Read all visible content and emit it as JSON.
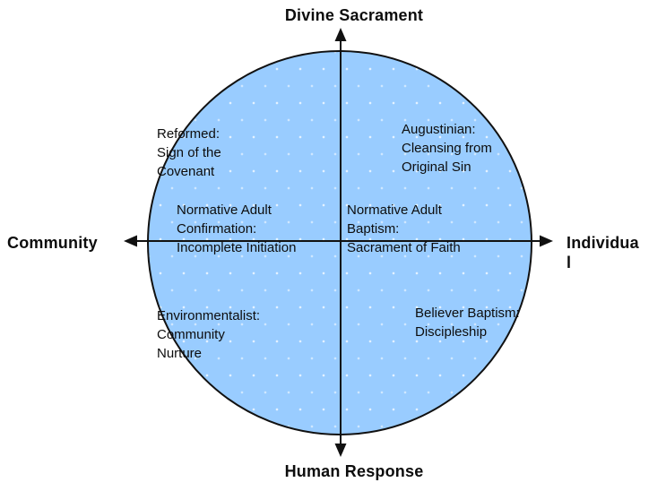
{
  "diagram": {
    "kind": "quadrant-circle-diagram",
    "axes": {
      "vertical": {
        "top_label": "Divine Sacrament",
        "bottom_label": "Human Response"
      },
      "horizontal": {
        "left_label": "Community",
        "right_label": "Individua\nl",
        "right_label_word": "Individual"
      }
    },
    "quadrant_labels": {
      "top_left": {
        "text": "Reformed:\nSign of the\nCovenant"
      },
      "top_right": {
        "text": "Augustinian:\nCleansing from\nOriginal Sin"
      },
      "middle_left": {
        "text": "Normative Adult\nConfirmation:\nIncomplete Initiation"
      },
      "middle_right": {
        "text": "Normative Adult\nBaptism:\nSacrament of Faith"
      },
      "bottom_left": {
        "text": "Environmentalist:\nCommunity\nNurture"
      },
      "bottom_right": {
        "text": "Believer Baptism:\nDiscipleship"
      }
    },
    "colors": {
      "circle_fill": "#99CCFF",
      "stroke": "#111111",
      "text": "#0d0d0d",
      "background": "#ffffff"
    }
  }
}
